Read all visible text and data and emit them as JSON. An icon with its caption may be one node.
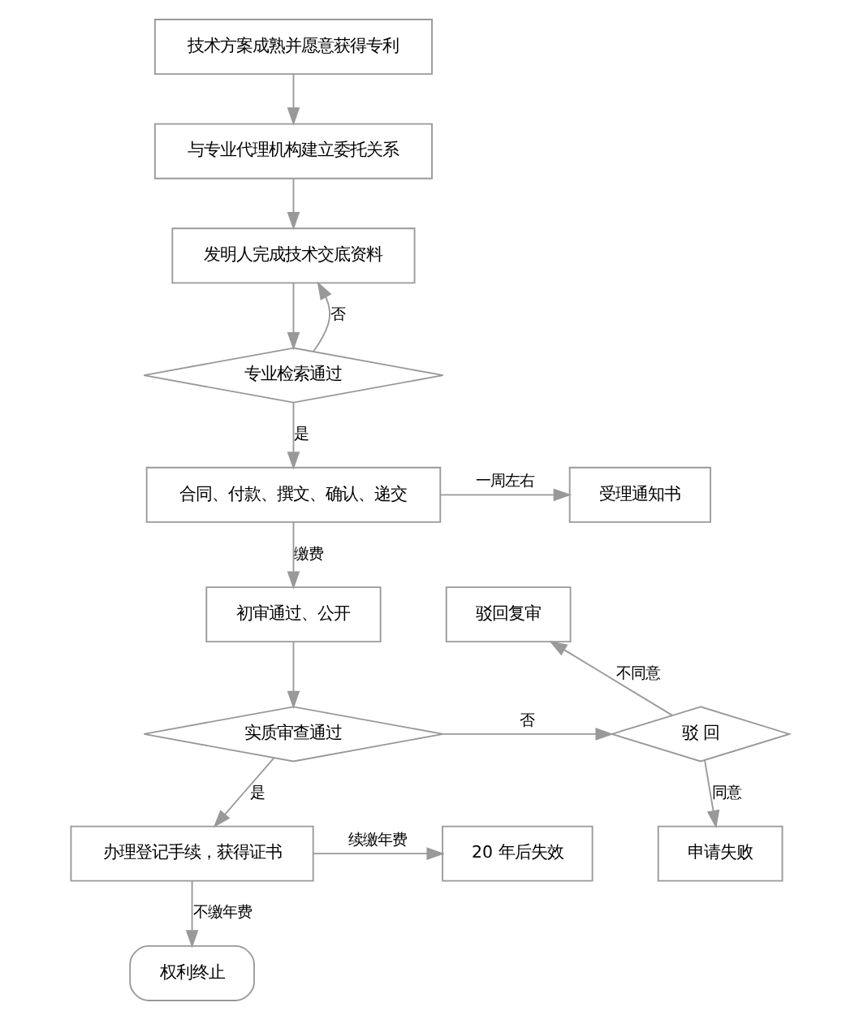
{
  "diagram": {
    "nodes": [
      {
        "text": [
          "技术方案成熟并愿意获得专利"
        ]
      },
      {
        "text": [
          "与专业代理机构建立委托关系"
        ]
      },
      {
        "text": [
          "发明人完成技术交底资料"
        ]
      },
      {
        "text": [
          "专业检索通过"
        ]
      },
      {
        "text": [
          "合同、付款、撰文、确认、递交"
        ]
      },
      {
        "text": [
          "受理通知书"
        ]
      },
      {
        "text": [
          "初审通过、公开"
        ]
      },
      {
        "text": [
          "实质审查通过"
        ]
      },
      {
        "text": [
          "驳 回"
        ]
      },
      {
        "text": [
          "驳回复审"
        ]
      },
      {
        "text": [
          "申请失败"
        ]
      },
      {
        "text": [
          "办理登记手续，获得证书"
        ]
      },
      {
        "text": [
          "20 年后失效"
        ]
      },
      {
        "text": [
          "权利终止"
        ]
      }
    ],
    "edges": [
      {
        "from": 0,
        "to": 1,
        "arrow": "to"
      },
      {
        "from": 1,
        "to": 2,
        "arrow": "to"
      },
      {
        "from": 2,
        "to": 3,
        "arrow": "to"
      },
      {
        "from": 3,
        "to": 2,
        "arrow": "to",
        "label": "否"
      },
      {
        "from": 3,
        "to": 4,
        "arrow": "to",
        "label": "是"
      },
      {
        "from": 4,
        "to": 5,
        "arrow": "to",
        "label": "一周左右"
      },
      {
        "from": 4,
        "to": 6,
        "arrow": "to",
        "label": "缴费"
      },
      {
        "from": 6,
        "to": 7,
        "arrow": "to"
      },
      {
        "from": 7,
        "to": 8,
        "arrow": "to",
        "label": "否"
      },
      {
        "from": 8,
        "to": 9,
        "arrow": "to",
        "label": "不同意"
      },
      {
        "from": 8,
        "to": 10,
        "arrow": "to",
        "label": "同意"
      },
      {
        "from": 7,
        "to": 11,
        "arrow": "to",
        "label": "是"
      },
      {
        "from": 11,
        "to": 12,
        "arrow": "to",
        "label": "续缴年费"
      },
      {
        "from": 11,
        "to": 13,
        "arrow": "to",
        "label": "不缴年费"
      }
    ]
  }
}
